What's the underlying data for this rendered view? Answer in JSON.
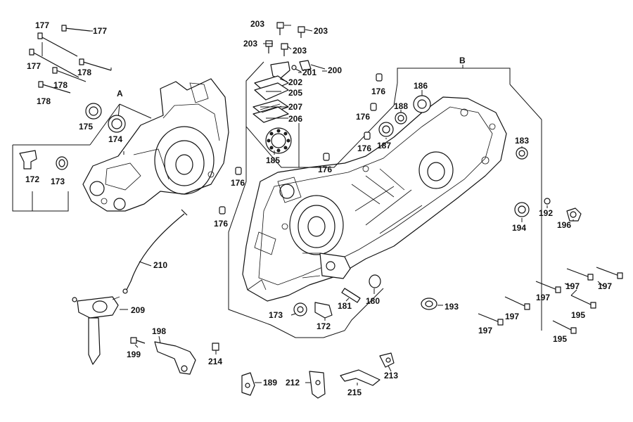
{
  "diagram": {
    "group_a_label": "A",
    "group_b_label": "B",
    "parts": {
      "p172a": "172",
      "p172b": "172",
      "p173a": "173",
      "p173b": "173",
      "p174": "174",
      "p175": "175",
      "p176a": "176",
      "p176b": "176",
      "p176c": "176",
      "p176d": "176",
      "p176e": "176",
      "p176f": "176",
      "p177a": "177",
      "p177b": "177",
      "p177c": "177",
      "p178a": "178",
      "p178b": "178",
      "p178c": "178",
      "p180": "180",
      "p181": "181",
      "p183": "183",
      "p185": "185",
      "p186": "186",
      "p187": "187",
      "p188": "188",
      "p189": "189",
      "p192": "192",
      "p193": "193",
      "p194": "194",
      "p195a": "195",
      "p195b": "195",
      "p196": "196",
      "p197a": "197",
      "p197b": "197",
      "p197c": "197",
      "p197d": "197",
      "p197e": "197",
      "p198": "198",
      "p199": "199",
      "p200": "200",
      "p201": "201",
      "p202": "202",
      "p203a": "203",
      "p203b": "203",
      "p203c": "203",
      "p203d": "203",
      "p205": "205",
      "p206": "206",
      "p207": "207",
      "p209": "209",
      "p210": "210",
      "p212": "212",
      "p213": "213",
      "p214": "214",
      "p215": "215"
    }
  }
}
